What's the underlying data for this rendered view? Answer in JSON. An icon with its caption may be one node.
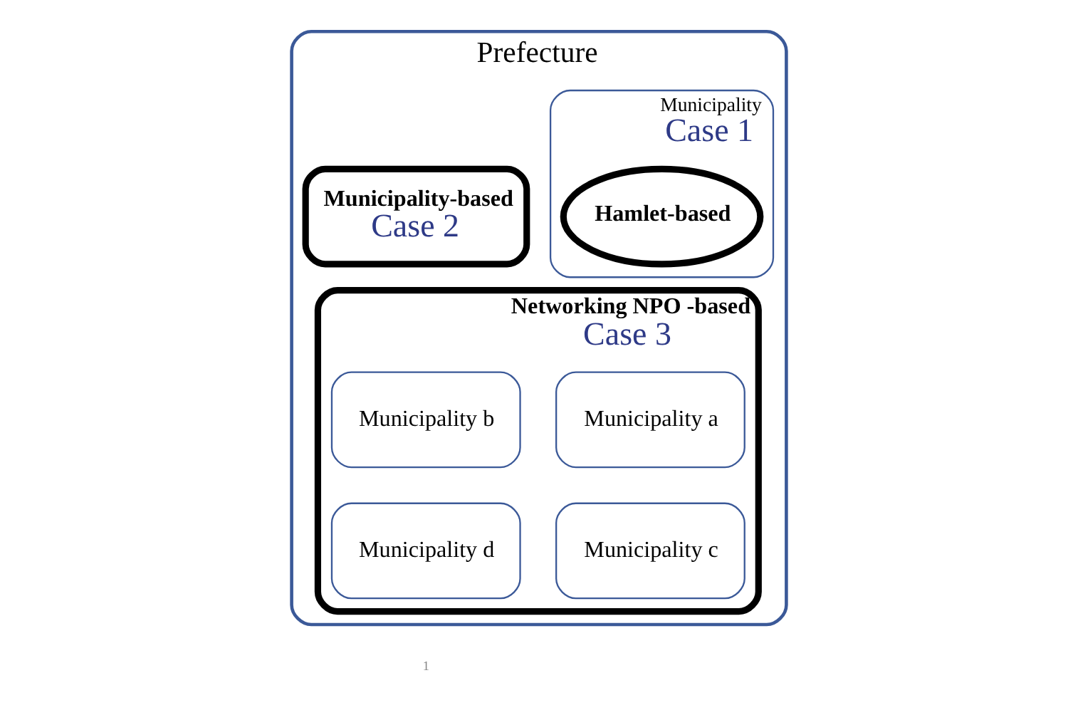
{
  "diagram": {
    "nodes": [
      {
        "text": [
          "Prefecture"
        ]
      },
      {
        "text": [
          "Municipality",
          "Case 1"
        ],
        "in": 0
      },
      {
        "text": [
          "Hamlet-based"
        ],
        "in": 1
      },
      {
        "text": [
          "Municipality-based",
          "Case 2"
        ],
        "in": 0
      },
      {
        "text": [
          "Networking NPO -based",
          "Case 3"
        ],
        "in": 0
      },
      {
        "text": [
          "Municipality a"
        ],
        "in": 4
      },
      {
        "text": [
          "Municipality b"
        ],
        "in": 4
      },
      {
        "text": [
          "Municipality c"
        ],
        "in": 4
      },
      {
        "text": [
          "Municipality d"
        ],
        "in": 4
      }
    ],
    "edges": [],
    "labels": [
      "1"
    ]
  }
}
